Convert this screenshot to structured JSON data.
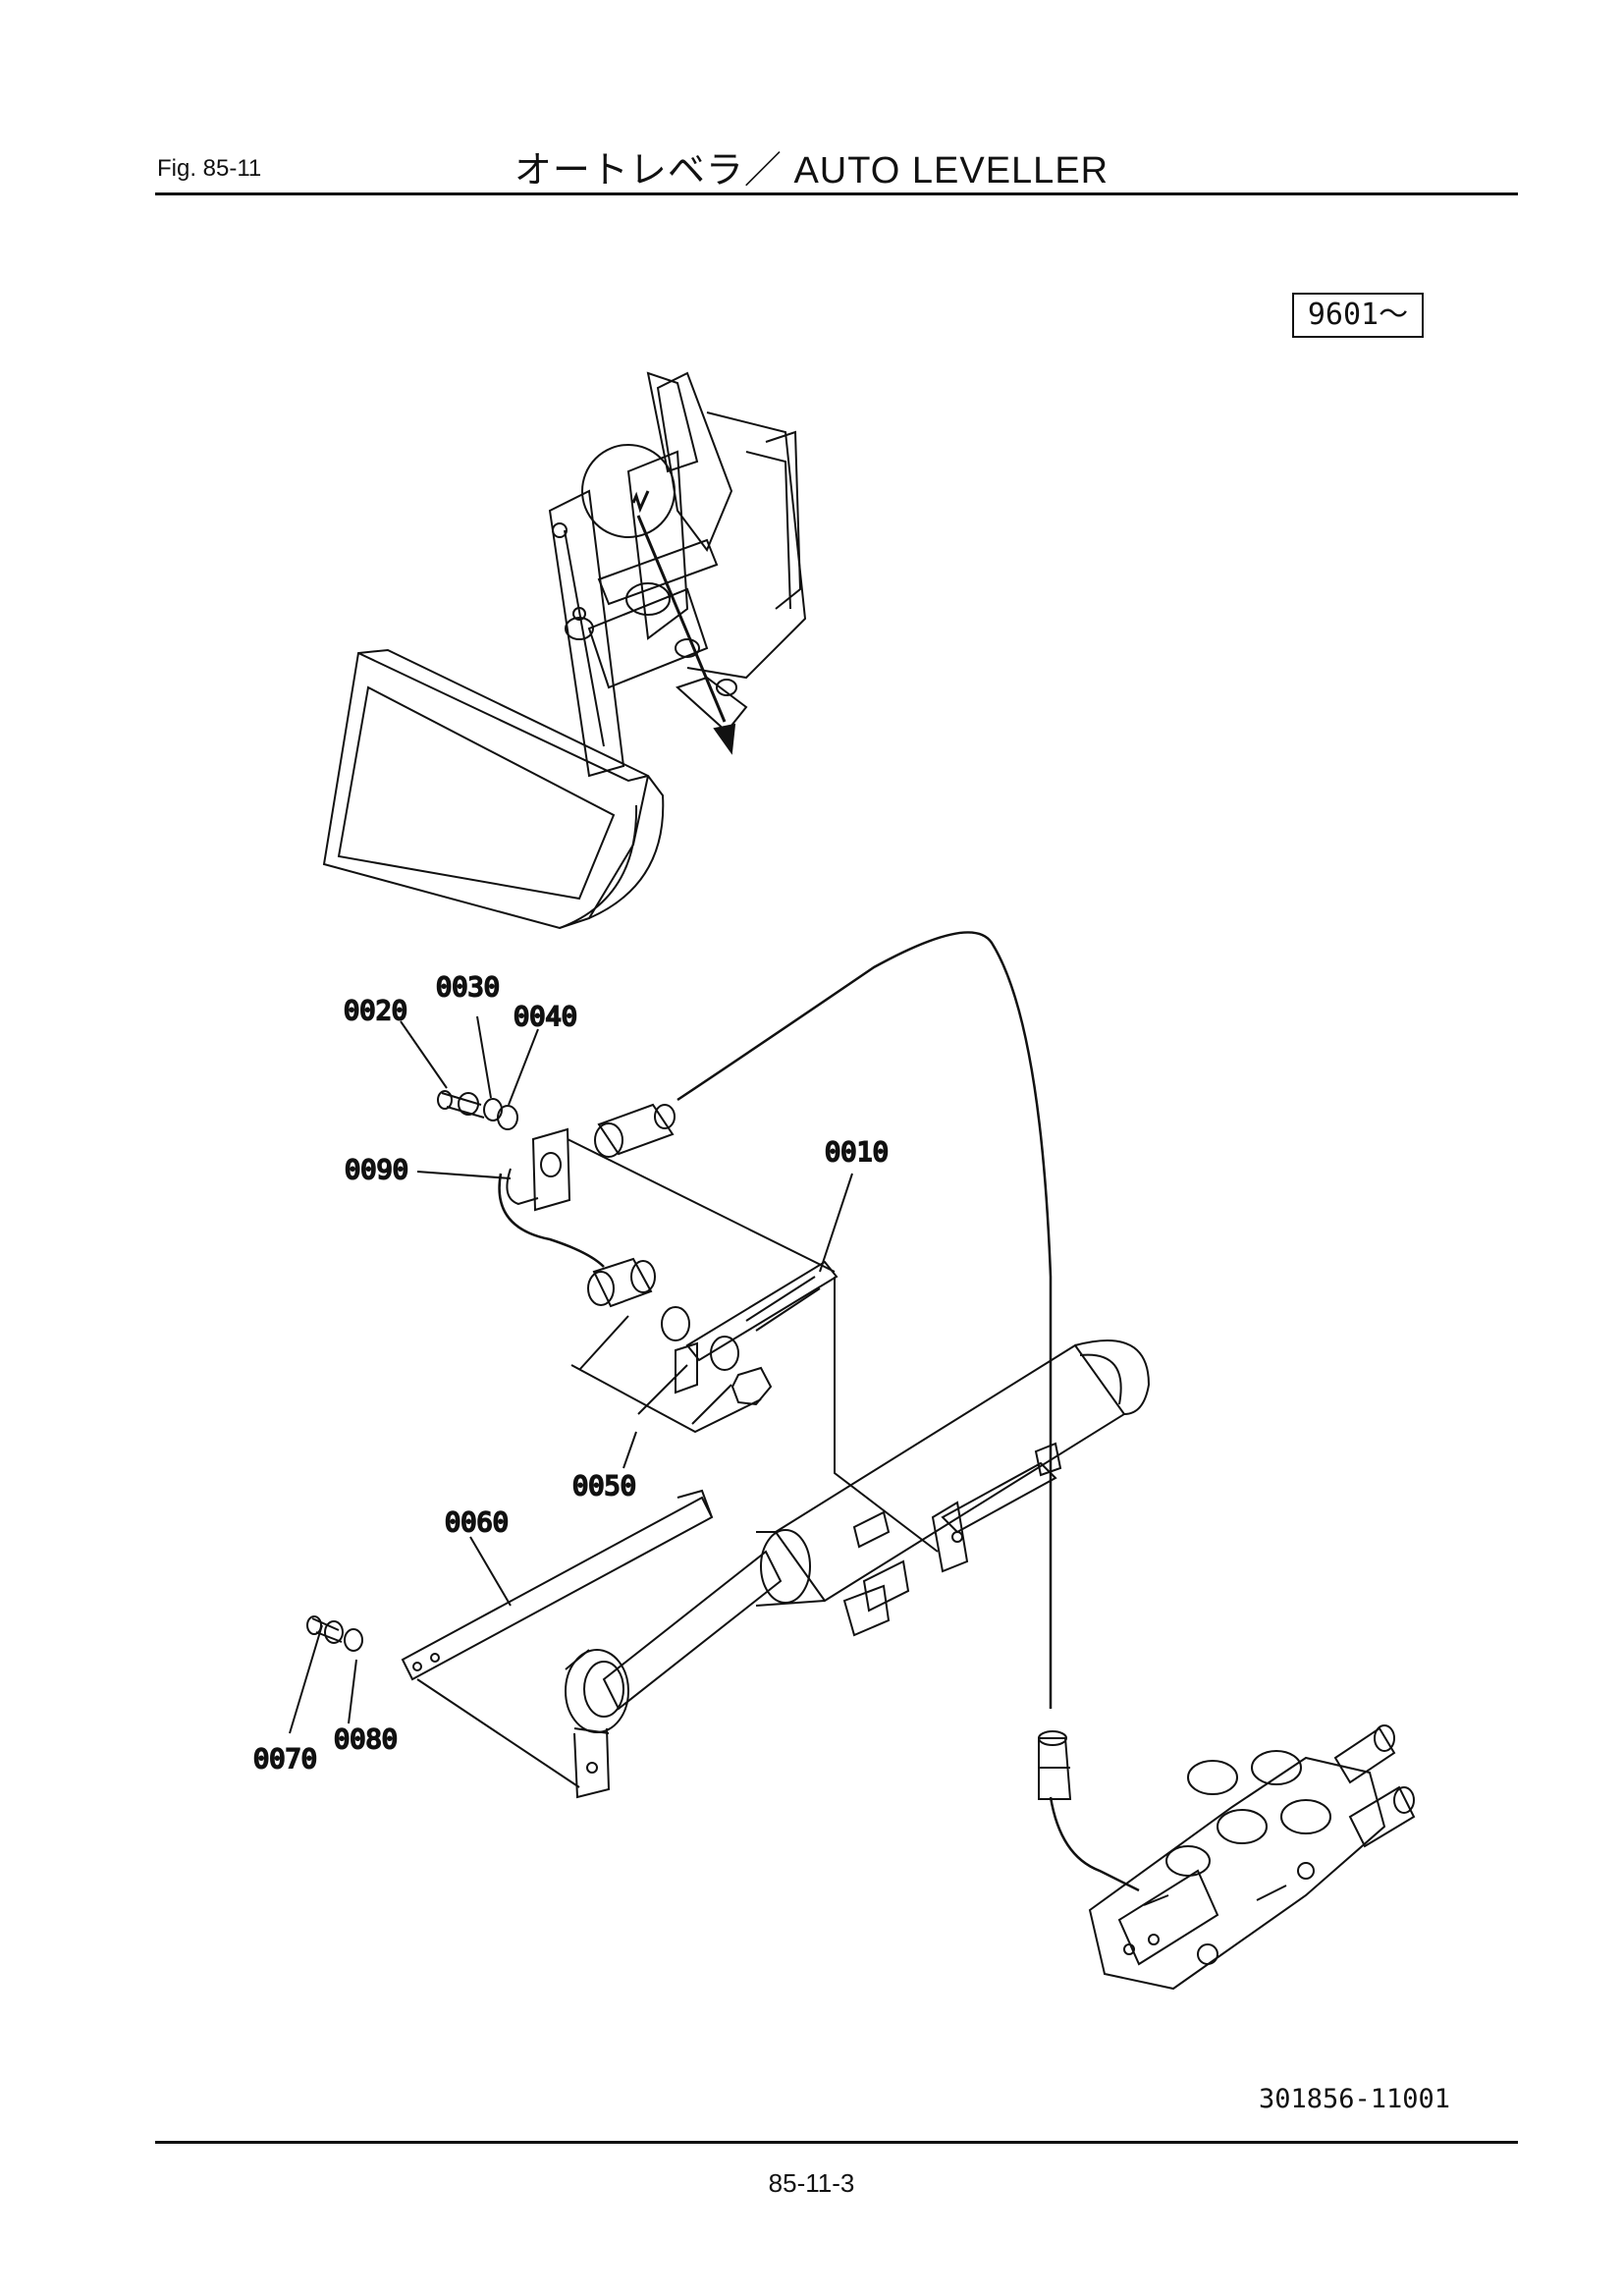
{
  "header": {
    "fig": "Fig.  85-11",
    "title": "オートレベラ／ AUTO  LEVELLER"
  },
  "serial_range": "9601～",
  "parts": {
    "p0010": "0010",
    "p0020": "0020",
    "p0030": "0030",
    "p0040": "0040",
    "p0050": "0050",
    "p0060": "0060",
    "p0070": "0070",
    "p0080": "0080",
    "p0090": "0090"
  },
  "document_number": "301856-11001",
  "page_number": "85-11-3"
}
